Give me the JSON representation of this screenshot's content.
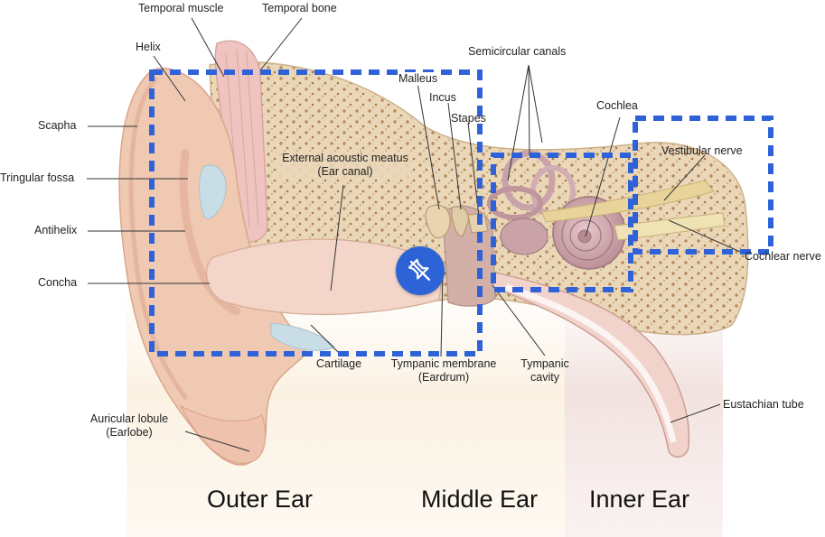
{
  "labels": {
    "temporal_muscle": "Temporal muscle",
    "temporal_bone": "Temporal bone",
    "helix": "Helix",
    "scapha": "Scapha",
    "triangular_fossa": "Tringular fossa",
    "antihelix": "Antihelix",
    "concha": "Concha",
    "auricular_lobule": [
      "Auricular lobule",
      "(Earlobe)"
    ],
    "external_acoustic_meatus": [
      "External acoustic meatus",
      "(Ear canal)"
    ],
    "malleus": "Malleus",
    "incus": "Incus",
    "stapes": "Stapes",
    "semicircular_canals": "Semicircular canals",
    "cochlea": "Cochlea",
    "vestibular_nerve": "Vestibular nerve",
    "cochlear_nerve": "Cochlear nerve",
    "cartilage": "Cartilage",
    "tympanic_membrane": [
      "Tympanic membrane",
      "(Eardrum)"
    ],
    "tympanic_cavity": [
      "Tympanic",
      "cavity"
    ],
    "eustachian_tube": "Eustachian tube"
  },
  "regions": {
    "outer": "Outer Ear",
    "middle": "Middle Ear",
    "inner": "Inner Ear"
  },
  "overlay": {
    "selection_color": "#2f62d8",
    "pin_color": "#2c63d6",
    "pin_icon": "unpin-icon"
  },
  "colors": {
    "skin": "#f0c9b2",
    "canal": "#f3d6c9",
    "bone": "#ead7b8",
    "bone_dots": "#b58a5e",
    "inner_structures": "#c9a3a8",
    "zone_outer": "#fbf2e3",
    "zone_middle": "#fbf1e4",
    "zone_inner": "#f4e6e4"
  }
}
